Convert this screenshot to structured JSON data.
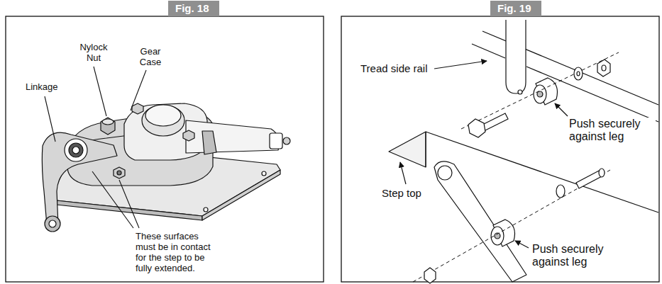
{
  "diagram": {
    "nodes": [
      {
        "text": [
          "Fig. 18"
        ]
      },
      {
        "text": [
          "Fig. 19"
        ]
      }
    ],
    "labels": [
      "Nylock Nut",
      "Gear Case",
      "Linkage",
      "These surfaces must be in contact for the step to be fully extended.",
      "Tread side rail",
      "Push securely against leg",
      "Step top",
      "Push securely against leg"
    ]
  }
}
